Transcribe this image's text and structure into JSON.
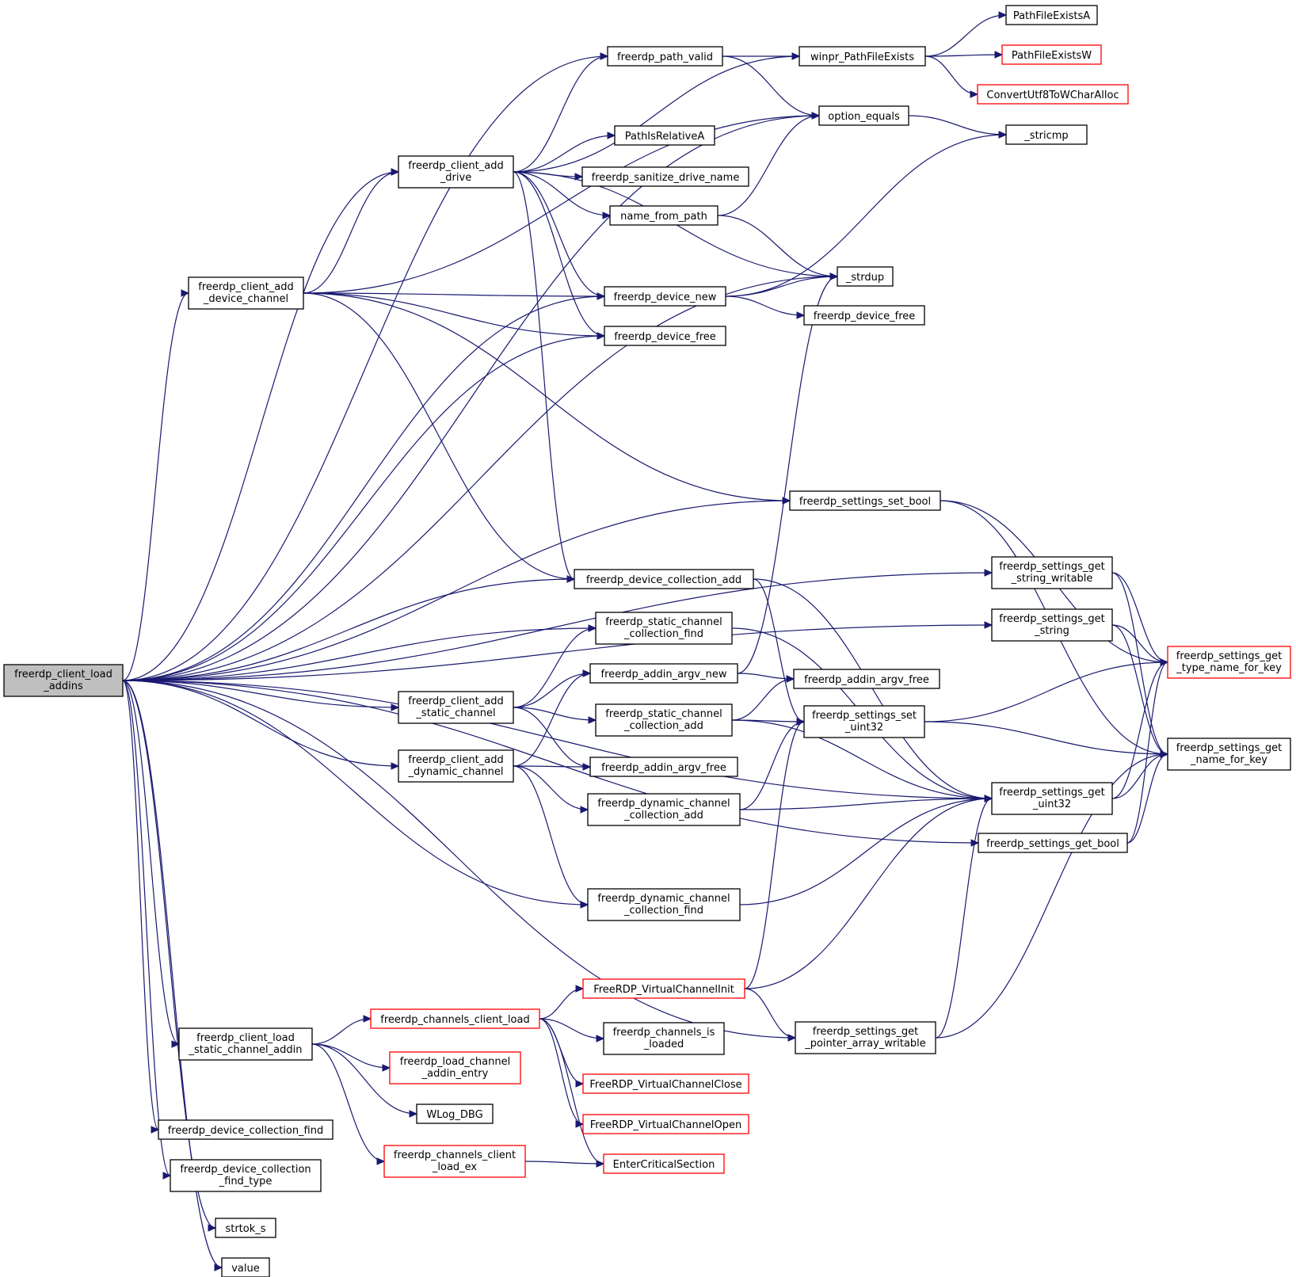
{
  "colors": {
    "edge": "#191970",
    "node_border": "#000000",
    "node_border_truncated": "#ff0000",
    "root_fill": "#bfbfbf"
  },
  "nodes": [
    {
      "id": "root",
      "lines": [
        "freerdp_client_load",
        "_addins"
      ],
      "root": true
    },
    {
      "id": "add_device_channel",
      "lines": [
        "freerdp_client_add",
        "_device_channel"
      ]
    },
    {
      "id": "load_static_addin",
      "lines": [
        "freerdp_client_load",
        "_static_channel_addin"
      ]
    },
    {
      "id": "dev_coll_find",
      "lines": [
        "freerdp_device_collection_find"
      ]
    },
    {
      "id": "dev_coll_find_type",
      "lines": [
        "freerdp_device_collection",
        "_find_type"
      ]
    },
    {
      "id": "strtok_s",
      "lines": [
        "strtok_s"
      ]
    },
    {
      "id": "value",
      "lines": [
        "value"
      ]
    },
    {
      "id": "add_drive",
      "lines": [
        "freerdp_client_add",
        "_drive"
      ]
    },
    {
      "id": "add_static",
      "lines": [
        "freerdp_client_add",
        "_static_channel"
      ]
    },
    {
      "id": "add_dynamic",
      "lines": [
        "freerdp_client_add",
        "_dynamic_channel"
      ]
    },
    {
      "id": "chan_client_load",
      "lines": [
        "freerdp_channels_client_load"
      ],
      "truncated": true
    },
    {
      "id": "load_entry",
      "lines": [
        "freerdp_load_channel",
        "_addin_entry"
      ],
      "truncated": true
    },
    {
      "id": "wlog",
      "lines": [
        "WLog_DBG"
      ]
    },
    {
      "id": "chan_load_ex",
      "lines": [
        "freerdp_channels_client",
        "_load_ex"
      ],
      "truncated": true
    },
    {
      "id": "path_valid",
      "lines": [
        "freerdp_path_valid"
      ]
    },
    {
      "id": "is_relative",
      "lines": [
        "PathIsRelativeA"
      ]
    },
    {
      "id": "sanitize",
      "lines": [
        "freerdp_sanitize_drive_name"
      ]
    },
    {
      "id": "name_from_path",
      "lines": [
        "name_from_path"
      ]
    },
    {
      "id": "device_new",
      "lines": [
        "freerdp_device_new"
      ]
    },
    {
      "id": "device_free_mid",
      "lines": [
        "freerdp_device_free"
      ]
    },
    {
      "id": "dev_coll_add",
      "lines": [
        "freerdp_device_collection_add"
      ]
    },
    {
      "id": "static_find",
      "lines": [
        "freerdp_static_channel",
        "_collection_find"
      ]
    },
    {
      "id": "argv_new",
      "lines": [
        "freerdp_addin_argv_new"
      ]
    },
    {
      "id": "static_add",
      "lines": [
        "freerdp_static_channel",
        "_collection_add"
      ]
    },
    {
      "id": "argv_free_mid",
      "lines": [
        "freerdp_addin_argv_free"
      ]
    },
    {
      "id": "dyn_add",
      "lines": [
        "freerdp_dynamic_channel",
        "_collection_add"
      ]
    },
    {
      "id": "dyn_find",
      "lines": [
        "freerdp_dynamic_channel",
        "_collection_find"
      ]
    },
    {
      "id": "vc_init",
      "lines": [
        "FreeRDP_VirtualChannelInit"
      ],
      "truncated": true
    },
    {
      "id": "is_loaded",
      "lines": [
        "freerdp_channels_is",
        "_loaded"
      ]
    },
    {
      "id": "vc_close",
      "lines": [
        "FreeRDP_VirtualChannelClose"
      ],
      "truncated": true
    },
    {
      "id": "vc_open",
      "lines": [
        "FreeRDP_VirtualChannelOpen"
      ],
      "truncated": true
    },
    {
      "id": "enter_cs",
      "lines": [
        "EnterCriticalSection"
      ],
      "truncated": true
    },
    {
      "id": "pathfileexists",
      "lines": [
        "winpr_PathFileExists"
      ]
    },
    {
      "id": "option_equals",
      "lines": [
        "option_equals"
      ]
    },
    {
      "id": "strdup",
      "lines": [
        "_strdup"
      ]
    },
    {
      "id": "device_free_right",
      "lines": [
        "freerdp_device_free"
      ]
    },
    {
      "id": "set_bool",
      "lines": [
        "freerdp_settings_set_bool"
      ]
    },
    {
      "id": "argv_free_right",
      "lines": [
        "freerdp_addin_argv_free"
      ]
    },
    {
      "id": "set_uint32",
      "lines": [
        "freerdp_settings_set",
        "_uint32"
      ]
    },
    {
      "id": "ptr_array",
      "lines": [
        "freerdp_settings_get",
        "_pointer_array_writable"
      ]
    },
    {
      "id": "pfe_a",
      "lines": [
        "PathFileExistsA"
      ]
    },
    {
      "id": "pfe_w",
      "lines": [
        "PathFileExistsW"
      ],
      "truncated": true
    },
    {
      "id": "utf8",
      "lines": [
        "ConvertUtf8ToWCharAlloc"
      ],
      "truncated": true
    },
    {
      "id": "stricmp",
      "lines": [
        "_stricmp"
      ]
    },
    {
      "id": "get_str_w",
      "lines": [
        "freerdp_settings_get",
        "_string_writable"
      ]
    },
    {
      "id": "get_string",
      "lines": [
        "freerdp_settings_get",
        "_string"
      ]
    },
    {
      "id": "get_uint32",
      "lines": [
        "freerdp_settings_get",
        "_uint32"
      ]
    },
    {
      "id": "get_bool",
      "lines": [
        "freerdp_settings_get_bool"
      ]
    },
    {
      "id": "type_name",
      "lines": [
        "freerdp_settings_get",
        "_type_name_for_key"
      ],
      "truncated": true
    },
    {
      "id": "name_for_key",
      "lines": [
        "freerdp_settings_get",
        "_name_for_key"
      ]
    }
  ],
  "edges": [
    [
      "root",
      "add_device_channel"
    ],
    [
      "root",
      "load_static_addin"
    ],
    [
      "root",
      "dev_coll_find"
    ],
    [
      "root",
      "dev_coll_find_type"
    ],
    [
      "root",
      "strtok_s"
    ],
    [
      "root",
      "value"
    ],
    [
      "root",
      "add_drive"
    ],
    [
      "root",
      "add_static"
    ],
    [
      "root",
      "add_dynamic"
    ],
    [
      "root",
      "path_valid"
    ],
    [
      "root",
      "option_equals"
    ],
    [
      "root",
      "device_new"
    ],
    [
      "root",
      "device_free_mid"
    ],
    [
      "root",
      "strdup"
    ],
    [
      "root",
      "get_str_w"
    ],
    [
      "root",
      "set_bool"
    ],
    [
      "root",
      "get_string"
    ],
    [
      "root",
      "dev_coll_add"
    ],
    [
      "root",
      "static_find"
    ],
    [
      "root",
      "get_uint32"
    ],
    [
      "root",
      "dyn_find"
    ],
    [
      "root",
      "get_bool"
    ],
    [
      "root",
      "ptr_array"
    ],
    [
      "add_device_channel",
      "add_drive"
    ],
    [
      "add_device_channel",
      "device_new"
    ],
    [
      "add_device_channel",
      "device_free_mid"
    ],
    [
      "add_device_channel",
      "set_bool"
    ],
    [
      "add_device_channel",
      "dev_coll_add"
    ],
    [
      "add_device_channel",
      "option_equals"
    ],
    [
      "add_drive",
      "path_valid"
    ],
    [
      "add_drive",
      "pathfileexists"
    ],
    [
      "add_drive",
      "is_relative"
    ],
    [
      "add_drive",
      "sanitize"
    ],
    [
      "add_drive",
      "name_from_path"
    ],
    [
      "add_drive",
      "device_new"
    ],
    [
      "add_drive",
      "device_free_mid"
    ],
    [
      "add_drive",
      "strdup"
    ],
    [
      "add_drive",
      "dev_coll_add"
    ],
    [
      "path_valid",
      "pathfileexists"
    ],
    [
      "path_valid",
      "option_equals"
    ],
    [
      "pathfileexists",
      "pfe_a"
    ],
    [
      "pathfileexists",
      "pfe_w"
    ],
    [
      "pathfileexists",
      "utf8"
    ],
    [
      "option_equals",
      "stricmp"
    ],
    [
      "name_from_path",
      "option_equals"
    ],
    [
      "name_from_path",
      "strdup"
    ],
    [
      "device_new",
      "strdup"
    ],
    [
      "device_new",
      "stricmp"
    ],
    [
      "device_new",
      "device_free_right"
    ],
    [
      "set_bool",
      "type_name"
    ],
    [
      "set_bool",
      "name_for_key"
    ],
    [
      "get_str_w",
      "type_name"
    ],
    [
      "get_str_w",
      "name_for_key"
    ],
    [
      "get_string",
      "type_name"
    ],
    [
      "get_string",
      "name_for_key"
    ],
    [
      "dev_coll_add",
      "get_uint32"
    ],
    [
      "dev_coll_add",
      "set_uint32"
    ],
    [
      "static_find",
      "get_uint32"
    ],
    [
      "add_static",
      "static_find"
    ],
    [
      "add_static",
      "argv_new"
    ],
    [
      "add_static",
      "static_add"
    ],
    [
      "add_static",
      "argv_free_mid"
    ],
    [
      "argv_new",
      "argv_free_right"
    ],
    [
      "argv_new",
      "strdup"
    ],
    [
      "static_add",
      "argv_free_right"
    ],
    [
      "static_add",
      "set_uint32"
    ],
    [
      "static_add",
      "get_uint32"
    ],
    [
      "set_uint32",
      "type_name"
    ],
    [
      "set_uint32",
      "name_for_key"
    ],
    [
      "add_dynamic",
      "argv_new"
    ],
    [
      "add_dynamic",
      "argv_free_mid"
    ],
    [
      "add_dynamic",
      "dyn_add"
    ],
    [
      "add_dynamic",
      "dyn_find"
    ],
    [
      "dyn_add",
      "set_uint32"
    ],
    [
      "dyn_add",
      "get_uint32"
    ],
    [
      "dyn_find",
      "get_uint32"
    ],
    [
      "get_uint32",
      "type_name"
    ],
    [
      "get_uint32",
      "name_for_key"
    ],
    [
      "get_bool",
      "type_name"
    ],
    [
      "get_bool",
      "name_for_key"
    ],
    [
      "load_static_addin",
      "chan_client_load"
    ],
    [
      "load_static_addin",
      "load_entry"
    ],
    [
      "load_static_addin",
      "wlog"
    ],
    [
      "load_static_addin",
      "chan_load_ex"
    ],
    [
      "chan_client_load",
      "vc_init"
    ],
    [
      "chan_client_load",
      "is_loaded"
    ],
    [
      "chan_client_load",
      "vc_close"
    ],
    [
      "chan_client_load",
      "vc_open"
    ],
    [
      "chan_client_load",
      "enter_cs"
    ],
    [
      "chan_load_ex",
      "enter_cs"
    ],
    [
      "vc_init",
      "set_uint32"
    ],
    [
      "vc_init",
      "get_uint32"
    ],
    [
      "vc_init",
      "ptr_array"
    ],
    [
      "ptr_array",
      "get_uint32"
    ],
    [
      "ptr_array",
      "name_for_key"
    ]
  ]
}
